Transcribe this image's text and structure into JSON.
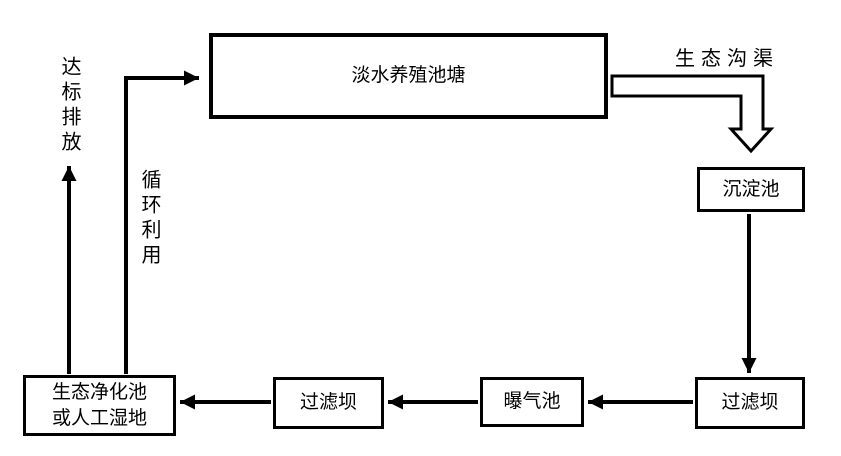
{
  "diagram": {
    "nodes": {
      "pond": "淡水养殖池塘",
      "sedimentation": "沉淀池",
      "filter_dam_right": "过滤坝",
      "aeration": "曝气池",
      "filter_dam_left": "过滤坝",
      "purification": "生态净化池\n或人工湿地"
    },
    "edge_labels": {
      "eco_ditch": "生态沟渠",
      "discharge": "达标排放",
      "recycle": "循环利用"
    },
    "colors": {
      "line": "#000000",
      "background": "#ffffff",
      "box_fill": "#ffffff"
    }
  }
}
